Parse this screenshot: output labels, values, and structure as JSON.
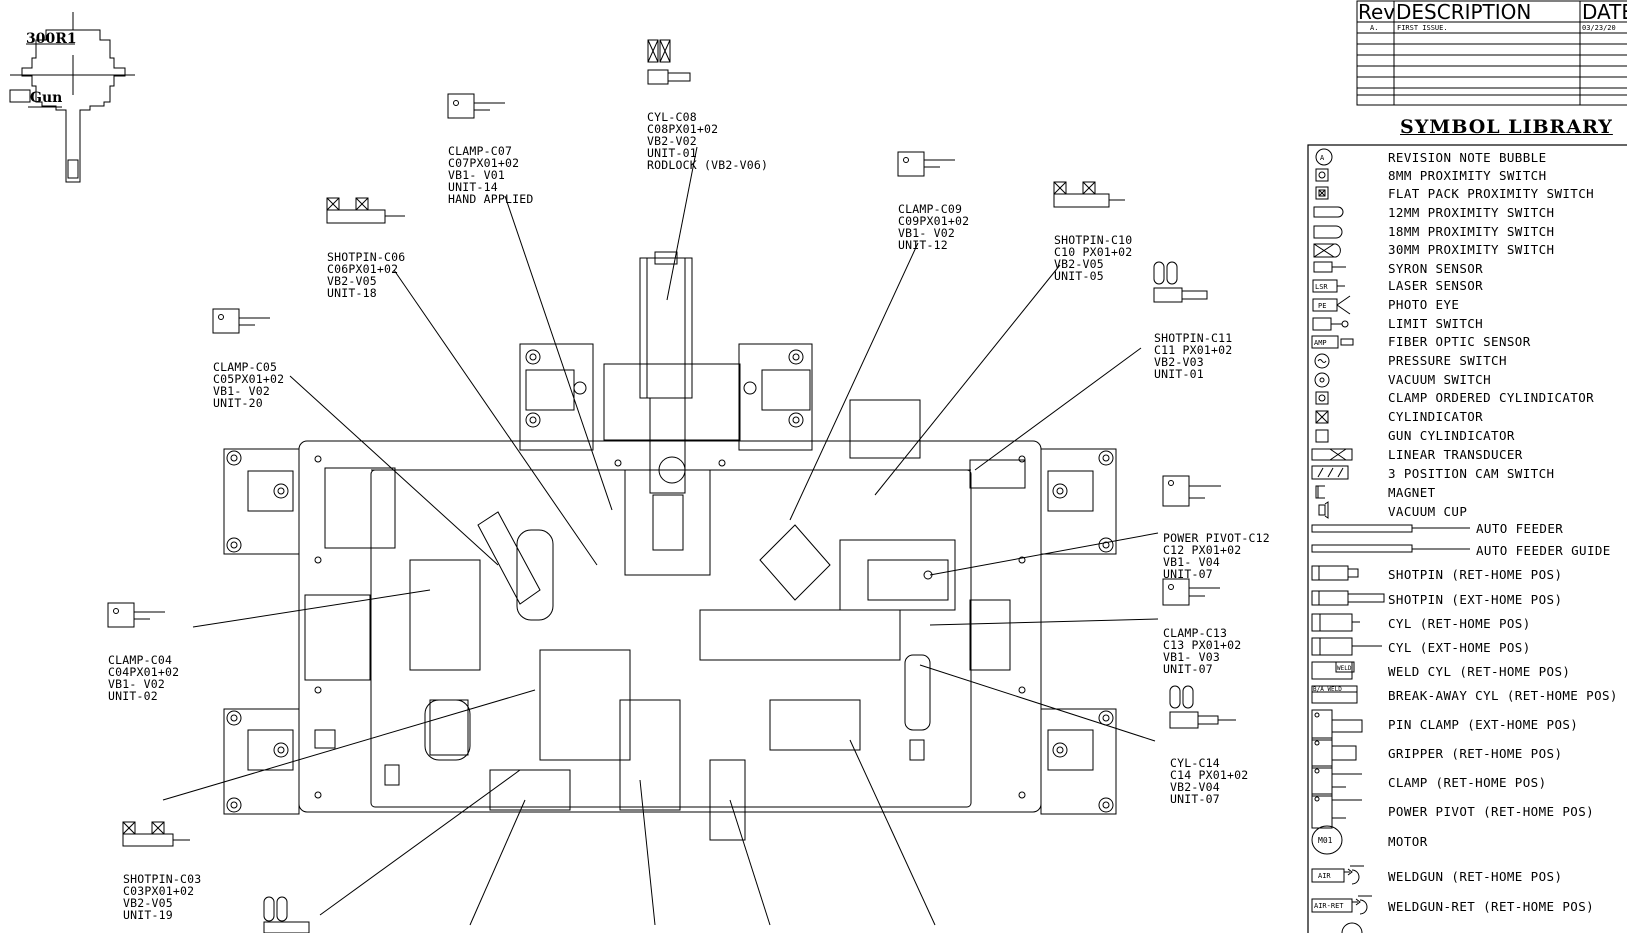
{
  "gun_legend": {
    "label_top": "300R1",
    "label_bottom": "Gun"
  },
  "revision_table": {
    "headers": {
      "rev": "Rev",
      "description": "DESCRIPTION",
      "date": "DATE"
    },
    "rows": [
      {
        "rev": "A.",
        "description": "FIRST ISSUE.",
        "date": "03/23/20"
      }
    ]
  },
  "symbol_library": {
    "title": "SYMBOL LIBRARY",
    "items": [
      {
        "icon": "revision-bubble-icon",
        "label": "REVISION NOTE BUBBLE"
      },
      {
        "icon": "prox-8mm-icon",
        "label": "8MM PROXIMITY SWITCH"
      },
      {
        "icon": "flat-pack-prox-icon",
        "label": "FLAT PACK PROXIMITY SWITCH"
      },
      {
        "icon": "prox-12mm-icon",
        "label": "12MM PROXIMITY SWITCH"
      },
      {
        "icon": "prox-18mm-icon",
        "label": "18MM PROXIMITY SWITCH"
      },
      {
        "icon": "prox-30mm-icon",
        "label": "30MM PROXIMITY SWITCH"
      },
      {
        "icon": "syron-sensor-icon",
        "label": "SYRON SENSOR"
      },
      {
        "icon": "laser-sensor-icon",
        "label": "LASER SENSOR"
      },
      {
        "icon": "photo-eye-icon",
        "label": "PHOTO EYE"
      },
      {
        "icon": "limit-switch-icon",
        "label": "LIMIT SWITCH"
      },
      {
        "icon": "fiber-optic-icon",
        "label": "FIBER OPTIC SENSOR"
      },
      {
        "icon": "pressure-switch-icon",
        "label": "PRESSURE SWITCH"
      },
      {
        "icon": "vacuum-switch-icon",
        "label": "VACUUM SWITCH"
      },
      {
        "icon": "clamp-cylindicator-icon",
        "label": "CLAMP ORDERED CYLINDICATOR"
      },
      {
        "icon": "cylindicator-icon",
        "label": "CYLINDICATOR"
      },
      {
        "icon": "gun-cylindicator-icon",
        "label": "GUN CYLINDICATOR"
      },
      {
        "icon": "linear-transducer-icon",
        "label": "LINEAR TRANSDUCER"
      },
      {
        "icon": "cam-switch-icon",
        "label": "3 POSITION CAM SWITCH"
      },
      {
        "icon": "magnet-icon",
        "label": "MAGNET"
      },
      {
        "icon": "vacuum-cup-icon",
        "label": "VACUUM CUP"
      },
      {
        "icon": "auto-feeder-icon",
        "label": "AUTO FEEDER"
      },
      {
        "icon": "auto-feeder-guide-icon",
        "label": "AUTO FEEDER GUIDE"
      },
      {
        "icon": "shotpin-ret-icon",
        "label": "SHOTPIN (RET-HOME POS)"
      },
      {
        "icon": "shotpin-ext-icon",
        "label": "SHOTPIN (EXT-HOME POS)"
      },
      {
        "icon": "cyl-ret-icon",
        "label": "CYL (RET-HOME POS)"
      },
      {
        "icon": "cyl-ext-icon",
        "label": "CYL (EXT-HOME POS)"
      },
      {
        "icon": "weld-cyl-icon",
        "label": "WELD CYL (RET-HOME POS)",
        "tag": "WELD"
      },
      {
        "icon": "break-away-cyl-icon",
        "label": "BREAK-AWAY CYL (RET-HOME POS)",
        "tag": "B/A WELD"
      },
      {
        "icon": "pin-clamp-icon",
        "label": "PIN CLAMP (EXT-HOME POS)"
      },
      {
        "icon": "gripper-icon",
        "label": "GRIPPER (RET-HOME POS)"
      },
      {
        "icon": "clamp-ret-icon",
        "label": "CLAMP (RET-HOME POS)"
      },
      {
        "icon": "power-pivot-icon",
        "label": "POWER PIVOT (RET-HOME POS)"
      },
      {
        "icon": "motor-icon",
        "label": "MOTOR",
        "tag": "M01"
      },
      {
        "icon": "weldgun-icon",
        "label": "WELDGUN (RET-HOME POS)",
        "tag": "AIR"
      },
      {
        "icon": "weldgun-ret-icon",
        "label": "WELDGUN-RET (RET-HOME POS)",
        "tag": "AIR-RET"
      }
    ],
    "bubble_letter": "A",
    "laser_tag": "LSR",
    "pe_tag": "PE",
    "amp_tag": "AMP"
  },
  "callouts": [
    {
      "id": "cyl-c08",
      "lines": [
        "CYL-C08",
        "C08PX01+02",
        "VB2-V02",
        "UNIT-01",
        "RODLOCK (VB2-V06)"
      ]
    },
    {
      "id": "clamp-c07",
      "lines": [
        "CLAMP-C07",
        "C07PX01+02",
        "VB1- V01",
        "UNIT-14",
        "HAND APPLIED"
      ]
    },
    {
      "id": "shotpin-c06",
      "lines": [
        "SHOTPIN-C06",
        "C06PX01+02",
        "VB2-V05",
        "UNIT-18"
      ]
    },
    {
      "id": "clamp-c05",
      "lines": [
        "CLAMP-C05",
        "C05PX01+02",
        "VB1- V02",
        "UNIT-20"
      ]
    },
    {
      "id": "clamp-c09",
      "lines": [
        "CLAMP-C09",
        "C09PX01+02",
        "VB1- V02",
        "UNIT-12"
      ]
    },
    {
      "id": "shotpin-c10",
      "lines": [
        "SHOTPIN-C10",
        "C10 PX01+02",
        "VB2-V05",
        "UNIT-05"
      ]
    },
    {
      "id": "shotpin-c11",
      "lines": [
        "SHOTPIN-C11",
        "C11 PX01+02",
        "VB2-V03",
        "UNIT-01"
      ]
    },
    {
      "id": "power-pivot-c12",
      "lines": [
        "POWER PIVOT-C12",
        "C12 PX01+02",
        "VB1- V04",
        "UNIT-07"
      ]
    },
    {
      "id": "clamp-c13",
      "lines": [
        "CLAMP-C13",
        "C13 PX01+02",
        "VB1- V03",
        "UNIT-07"
      ]
    },
    {
      "id": "cyl-c14",
      "lines": [
        "CYL-C14",
        "C14 PX01+02",
        "VB2-V04",
        "UNIT-07"
      ]
    },
    {
      "id": "clamp-c04",
      "lines": [
        "CLAMP-C04",
        "C04PX01+02",
        "VB1- V02",
        "UNIT-02"
      ]
    },
    {
      "id": "shotpin-c03",
      "lines": [
        "SHOTPIN-C03",
        "C03PX01+02",
        "VB2-V05",
        "UNIT-19"
      ]
    }
  ]
}
